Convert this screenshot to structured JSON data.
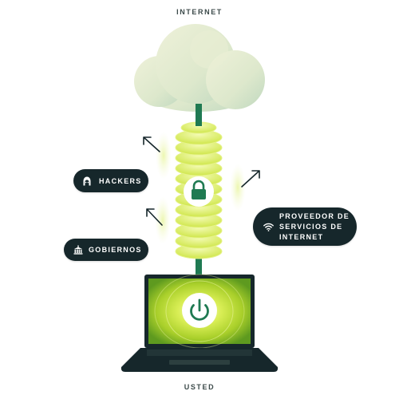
{
  "diagram": {
    "top_label": "INTERNET",
    "bottom_label": "USTED",
    "callouts": {
      "hackers": {
        "label": "HACKERS",
        "icon": "hacker-hood-icon"
      },
      "governments": {
        "label": "GOBIERNOS",
        "icon": "government-building-icon"
      },
      "isp": {
        "label": "PROVEEDOR DE\nSERVICIOS DE\nINTERNET",
        "icon": "wifi-icon"
      }
    },
    "icons": {
      "cloud": "cloud-icon",
      "lock": "lock-icon",
      "power": "power-icon",
      "laptop": "laptop-icon"
    },
    "colors": {
      "dark": "#16272b",
      "green": "#1f7a52",
      "lime": "#d6ec4f",
      "lime_pale": "#f3f9c4",
      "cloud": "#dde8cc"
    }
  }
}
